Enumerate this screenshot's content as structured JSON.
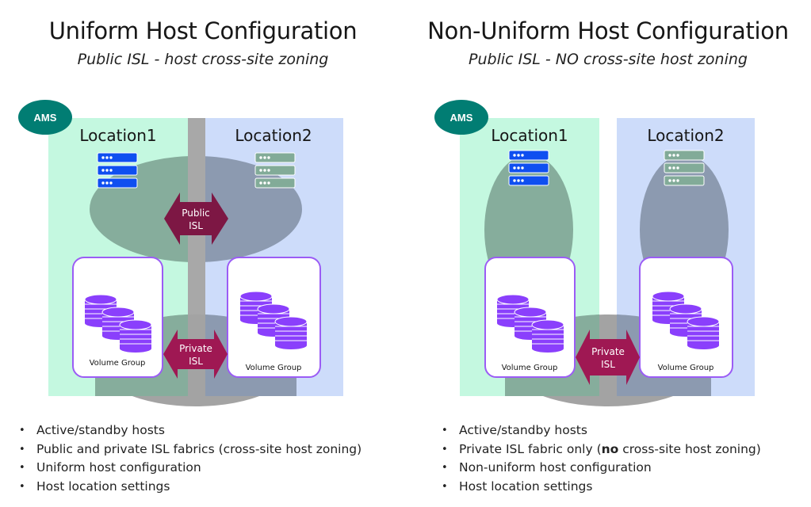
{
  "colors": {
    "location1_bg": "#c4f8e0",
    "location2_bg": "#cddcfa",
    "isl_bar": "#a8a8a8",
    "zone_green": "#86ad9c",
    "zone_blue": "#8c9ab0",
    "zone_gray": "#a3a3a3",
    "ams_badge": "#017d73",
    "arrow_public": "#7d1744",
    "arrow_private": "#9f1853",
    "server_active": "#0f4ff0",
    "server_standby": "#82ab98",
    "volume_purple": "#8a3ffc",
    "volume_border": "#9b5cf5"
  },
  "panels": [
    {
      "id": "uniform",
      "title": "Uniform Host Configuration",
      "subtitle": "Public ISL - host cross-site zoning",
      "ams_label": "AMS",
      "location1_label": "Location1",
      "location2_label": "Location2",
      "public_isl_label": [
        "Public",
        "ISL"
      ],
      "private_isl_label": [
        "Private",
        "ISL"
      ],
      "volume_group_left": "Volume Group",
      "volume_group_right": "Volume Group",
      "bullets": [
        {
          "text": "Active/standby hosts"
        },
        {
          "text": "Public and private ISL fabrics (cross-site host zoning)"
        },
        {
          "text": "Uniform host configuration"
        },
        {
          "text": "Host location settings"
        }
      ]
    },
    {
      "id": "non-uniform",
      "title": "Non-Uniform Host Configuration",
      "subtitle": "Public ISL - NO cross-site host zoning",
      "ams_label": "AMS",
      "location1_label": "Location1",
      "location2_label": "Location2",
      "private_isl_label": [
        "Private",
        "ISL"
      ],
      "volume_group_left": "Volume Group",
      "volume_group_right": "Volume Group",
      "bullets": [
        {
          "text": "Active/standby hosts"
        },
        {
          "pre": "Private ISL fabric only (",
          "bold": "no",
          "post": " cross-site host zoning)"
        },
        {
          "text": "Non-uniform host configuration"
        },
        {
          "text": "Host location settings"
        }
      ]
    }
  ]
}
